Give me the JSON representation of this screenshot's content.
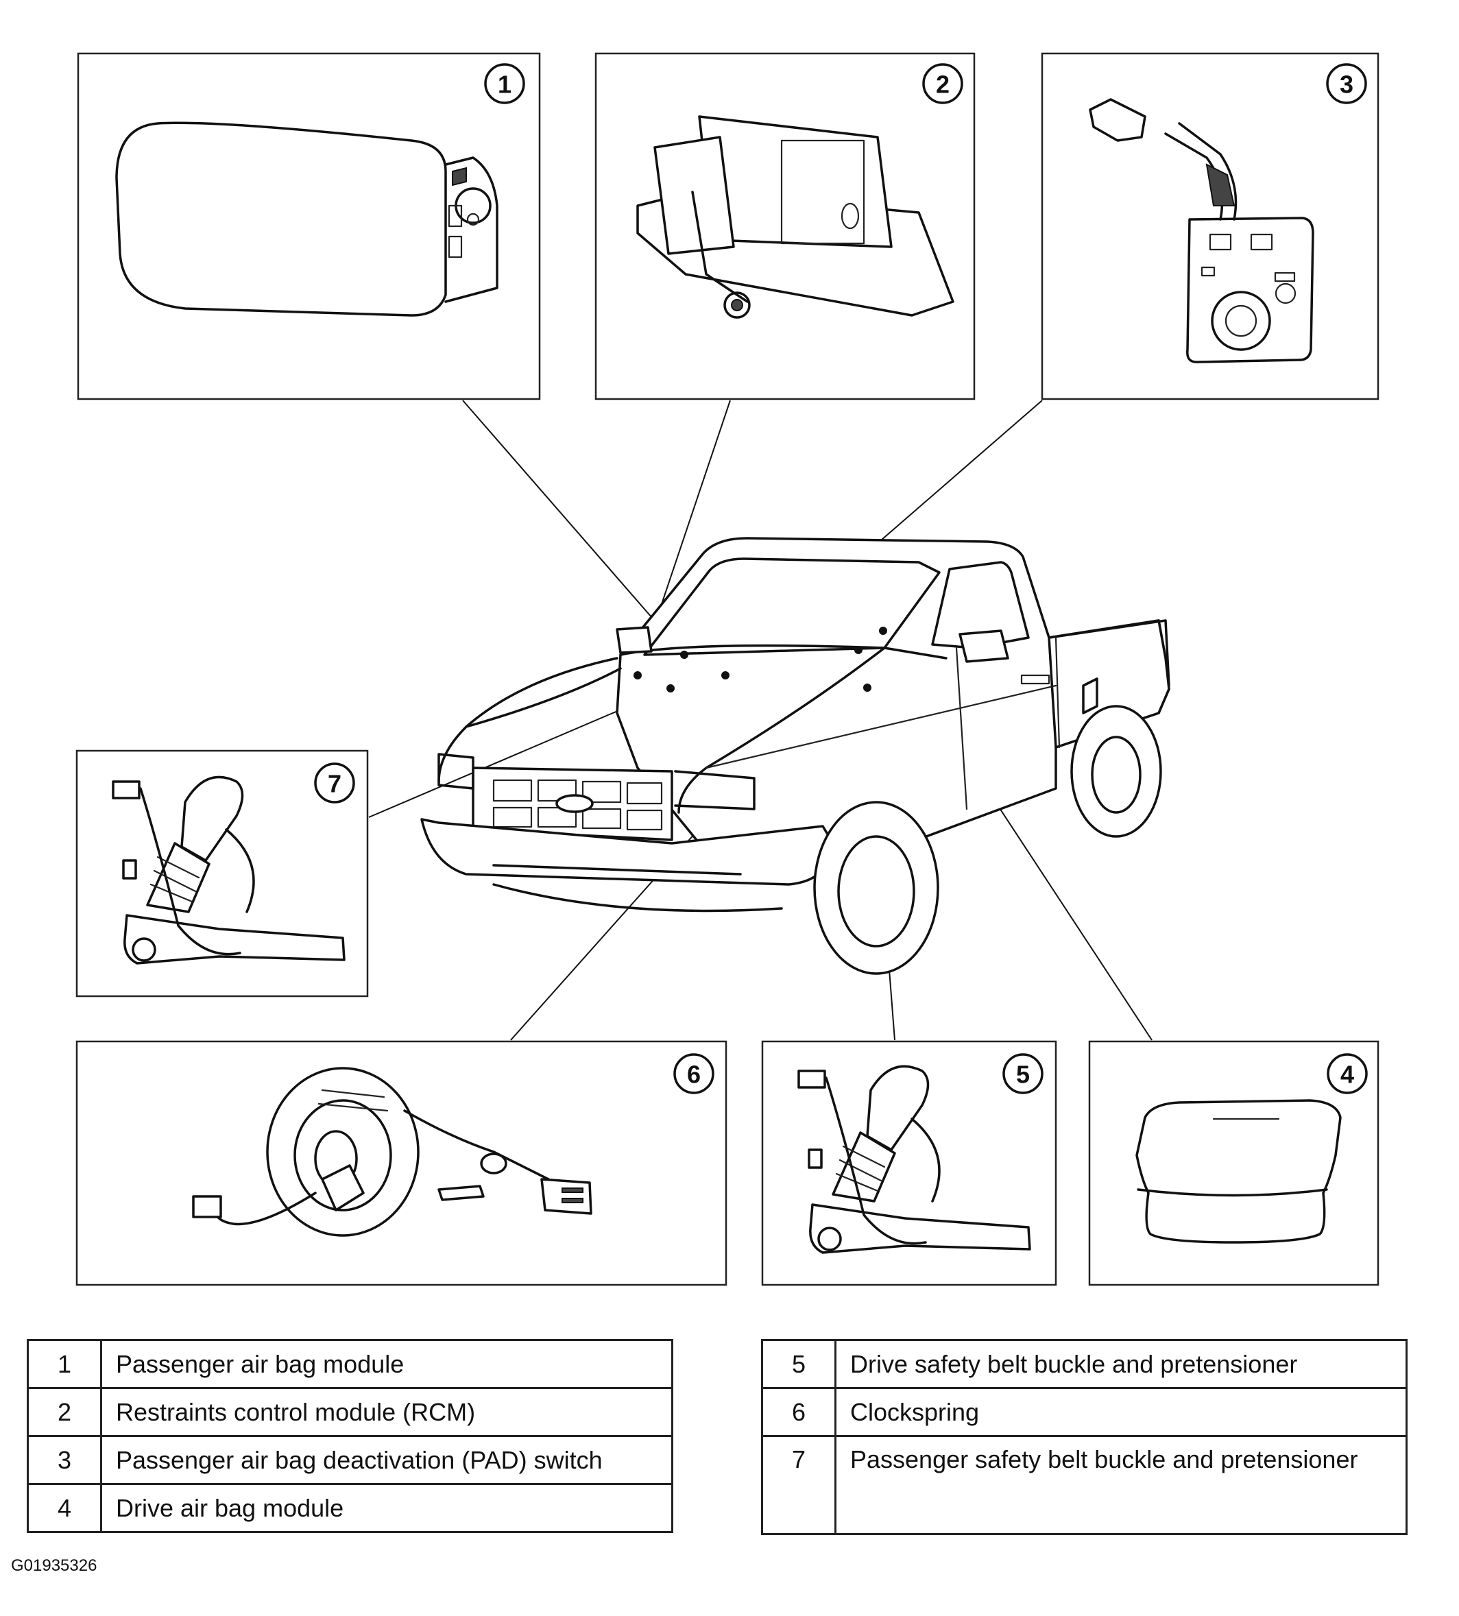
{
  "callouts": {
    "c1": "1",
    "c2": "2",
    "c3": "3",
    "c4": "4",
    "c5": "5",
    "c6": "6",
    "c7": "7"
  },
  "legend_left": [
    {
      "number": "1",
      "description": "Passenger air bag module"
    },
    {
      "number": "2",
      "description": "Restraints control module (RCM)"
    },
    {
      "number": "3",
      "description": "Passenger air bag deactivation (PAD) switch"
    },
    {
      "number": "4",
      "description": "Drive air bag module"
    }
  ],
  "legend_right": [
    {
      "number": "5",
      "description": "Drive safety belt buckle and pretensioner"
    },
    {
      "number": "6",
      "description": "Clockspring"
    },
    {
      "number": "7",
      "description": "Passenger safety belt buckle and pretensioner"
    }
  ],
  "figure_id": "G01935326"
}
